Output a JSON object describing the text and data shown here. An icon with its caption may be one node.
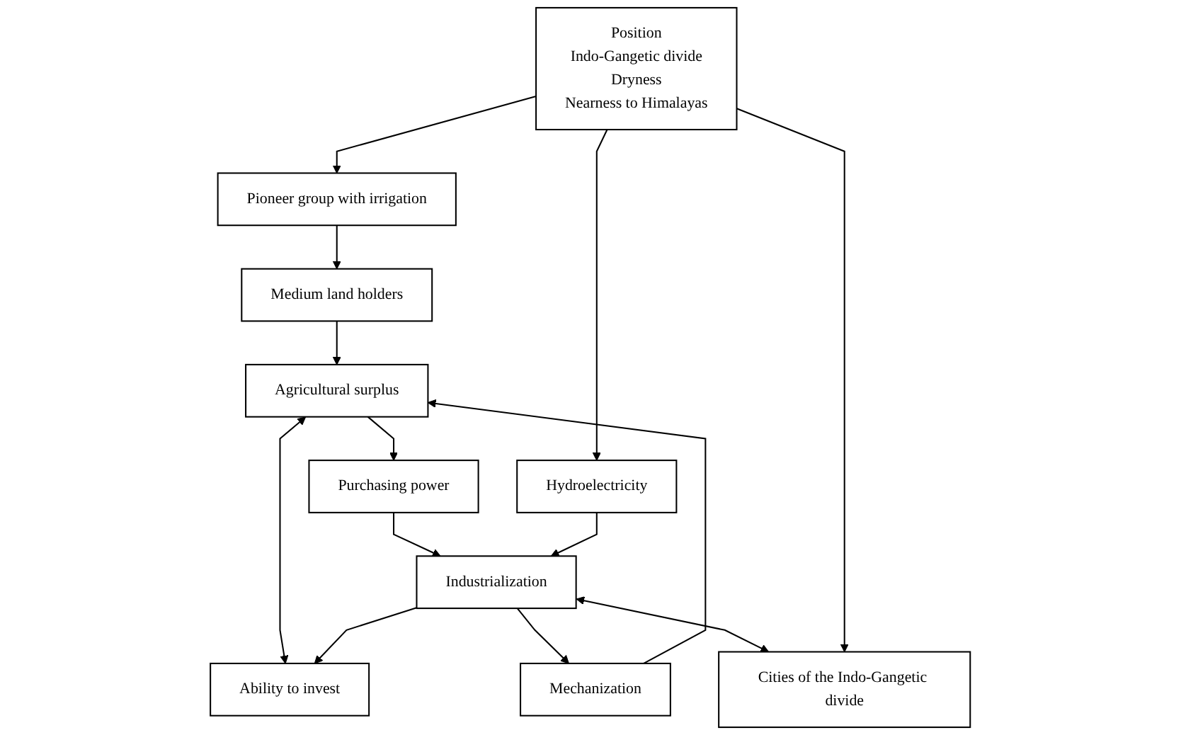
{
  "diagram": {
    "nodes": [
      {
        "text": [
          "Pioneer group with irrigation"
        ]
      },
      {
        "text": [
          "Medium land holders"
        ]
      },
      {
        "text": [
          "Agricultural surplus"
        ]
      },
      {
        "text": [
          "Mechanization"
        ]
      },
      {
        "text": [
          "Ability to invest"
        ]
      },
      {
        "text": [
          "Purchasing power"
        ]
      },
      {
        "text": [
          "Position",
          "Indo-Gangetic divide",
          "Dryness",
          "Nearness to Himalayas"
        ]
      },
      {
        "text": [
          "Hydroelectricity"
        ]
      },
      {
        "text": [
          "Industrialization"
        ]
      },
      {
        "text": [
          "Cities of the Indo-Gangetic divide"
        ]
      }
    ],
    "edges": [
      {
        "from": 6,
        "to": 0,
        "arrow": "to"
      },
      {
        "from": 0,
        "to": 1,
        "arrow": "to"
      },
      {
        "from": 1,
        "to": 2,
        "arrow": "to"
      },
      {
        "from": 3,
        "to": 2,
        "arrow": "to"
      },
      {
        "from": 2,
        "to": 4,
        "arrow": "both"
      },
      {
        "from": 2,
        "to": 5,
        "arrow": "to"
      },
      {
        "from": 5,
        "to": 8,
        "arrow": "to"
      },
      {
        "from": 8,
        "to": 3,
        "arrow": "to"
      },
      {
        "from": 8,
        "to": 4,
        "arrow": "to"
      },
      {
        "from": 6,
        "to": 7,
        "arrow": "to"
      },
      {
        "from": 7,
        "to": 8,
        "arrow": "to"
      },
      {
        "from": 8,
        "to": 9,
        "arrow": "both"
      },
      {
        "from": 6,
        "to": 9,
        "arrow": "to"
      }
    ]
  }
}
